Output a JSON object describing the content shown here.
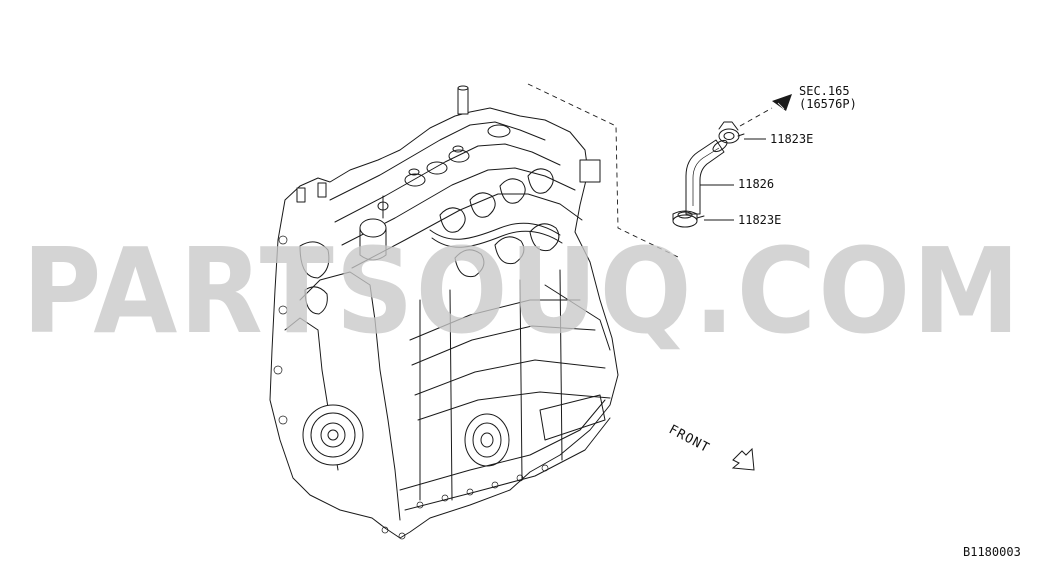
{
  "diagram": {
    "watermark": "PARTSOUQ.COM",
    "front_label": "FRONT",
    "figure_code": "B1180003",
    "reference": {
      "line1": "SEC.165",
      "line2": "(16576P)"
    },
    "callouts": [
      {
        "part_no": "11823E",
        "part": "hose-clamp-upper"
      },
      {
        "part_no": "11826",
        "part": "blow-by-hose"
      },
      {
        "part_no": "11823E",
        "part": "hose-clamp-lower"
      }
    ]
  }
}
